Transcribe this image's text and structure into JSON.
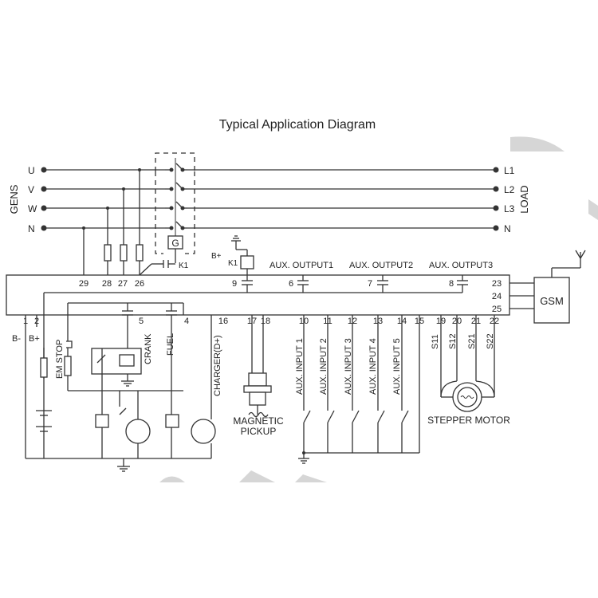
{
  "title": "Typical Application Diagram",
  "gens_label": "GENS",
  "load_label": "LOAD",
  "gen_phases": [
    "U",
    "V",
    "W",
    "N"
  ],
  "load_phases": [
    "L1",
    "L2",
    "L3",
    "N"
  ],
  "g_label": "G",
  "k1_label": "K1",
  "bplus_top": "B+",
  "k1_coil_label": "K1",
  "aux_outputs": [
    "AUX. OUTPUT1",
    "AUX. OUTPUT2",
    "AUX. OUTPUT3"
  ],
  "top_terminals": [
    "29",
    "28",
    "27",
    "26",
    "9",
    "6",
    "7",
    "8"
  ],
  "gsm_terminals": [
    "23",
    "24",
    "25"
  ],
  "gsm_label": "GSM",
  "bottom_terminals": [
    "1",
    "2",
    "5",
    "4",
    "16",
    "17",
    "18",
    "10",
    "11",
    "12",
    "13",
    "14",
    "15",
    "19",
    "20",
    "21",
    "22"
  ],
  "b_minus": "B-",
  "b_plus": "B+",
  "em_stop": "EM STOP",
  "crank": "CRANK",
  "fuel": "FUEL",
  "charger": "CHARGER(D+)",
  "aux_inputs": [
    "AUX. INPUT 1",
    "AUX. INPUT 2",
    "AUX. INPUT 3",
    "AUX. INPUT 4",
    "AUX. INPUT 5"
  ],
  "stepper_terms": [
    "S11",
    "S12",
    "S21",
    "S22"
  ],
  "magnetic_pickup": [
    "MAGNETIC",
    "PICKUP"
  ],
  "stepper_motor": "STEPPER MOTOR"
}
